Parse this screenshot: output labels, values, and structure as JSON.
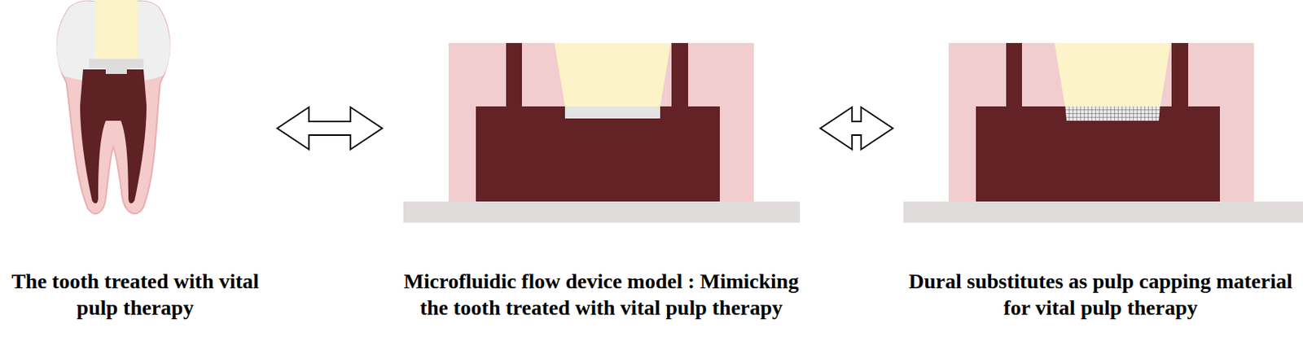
{
  "diagram": {
    "nodes": [
      {
        "text": [
          "The tooth treated with vital pulp therapy"
        ]
      },
      {
        "text": [
          "Microfluidic flow device model : Mimicking the tooth treated with vital pulp therapy"
        ]
      },
      {
        "text": [
          "Dural substitutes as pulp capping material for vital pulp therapy"
        ]
      }
    ],
    "edges": [
      {
        "from": 0,
        "to": 1,
        "arrow": "both"
      },
      {
        "from": 1,
        "to": 2,
        "arrow": "both"
      }
    ]
  }
}
